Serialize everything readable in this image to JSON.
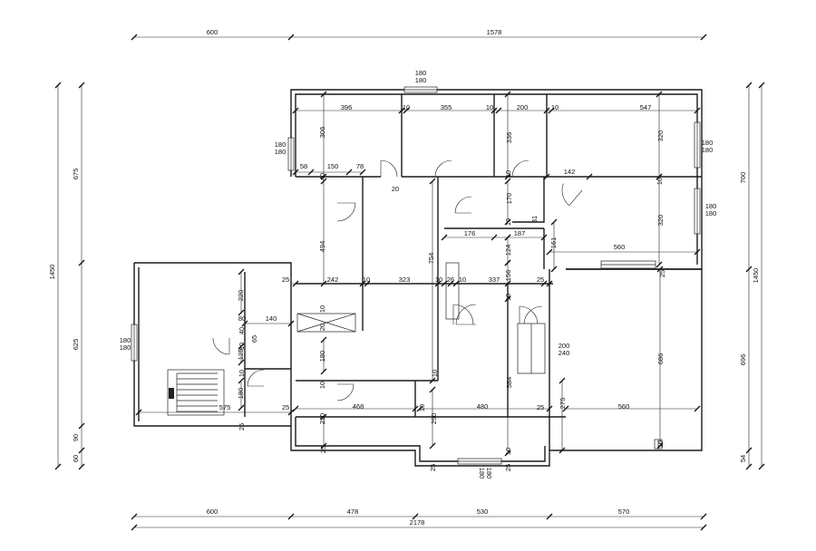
{
  "overall": {
    "top": [
      "600",
      "1578"
    ],
    "bottom_segments": [
      "600",
      "478",
      "530",
      "570"
    ],
    "bottom_total": "2178",
    "left_total": "1450",
    "left_segments": [
      "675",
      "625",
      "90",
      "60"
    ],
    "right_total": "1450",
    "right_segments": [
      "700",
      "696",
      "54"
    ]
  },
  "windows": {
    "top": "180\n180",
    "left_room": "180\n180",
    "bath_left": "180\n180",
    "right_upper": "180\n180",
    "right_middle": "180\n180",
    "bottom": "180\n180",
    "wardrobe": "200\n240"
  },
  "dims": {
    "row1": [
      "396",
      "10",
      "355",
      "10",
      "200",
      "10",
      "547"
    ],
    "row1_heights": [
      "306",
      "336",
      "320",
      "320"
    ],
    "entry": [
      "58",
      "150",
      "78",
      "40",
      "20",
      "10",
      "142",
      "170",
      "10",
      "31"
    ],
    "hall": [
      "176",
      "187",
      "124",
      "161",
      "560",
      "10",
      "10"
    ],
    "mid": [
      "494",
      "25",
      "242",
      "10",
      "323",
      "10",
      "26",
      "10",
      "337",
      "25",
      "754",
      "156",
      "10",
      "25"
    ],
    "left_room": [
      "220",
      "80",
      "140",
      "40",
      "65",
      "10",
      "125",
      "180",
      "180",
      "10",
      "575",
      "25",
      "20",
      "10",
      "10",
      "25"
    ],
    "lower": [
      "468",
      "10",
      "230",
      "25",
      "480",
      "290",
      "25",
      "584",
      "275",
      "560",
      "686",
      "10",
      "25",
      "10",
      "25"
    ]
  }
}
